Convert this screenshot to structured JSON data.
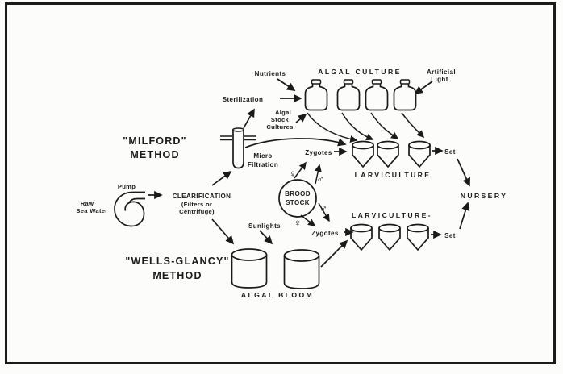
{
  "diagram": {
    "colors": {
      "ink": "#1a1a1a",
      "paper": "#fcfcfa"
    },
    "methods": {
      "milford_line1": "\"MILFORD\"",
      "milford_line2": "METHOD",
      "wells_line1": "\"WELLS-GLANCY\"",
      "wells_line2": "METHOD"
    },
    "source": {
      "pump": "Pump",
      "raw_line1": "Raw",
      "raw_line2": "Sea Water",
      "clearification_line1": "CLEARIFICATION",
      "clearification_line2": "(Filters or",
      "clearification_line3": "Centrifuge)"
    },
    "milford_path": {
      "sterilization": "Sterilization",
      "nutrients": "Nutrients",
      "algal_culture": "ALGAL CULTURE",
      "artificial_line1": "Artificial",
      "artificial_line2": "Light",
      "algal_stock_line1": "Algal",
      "algal_stock_line2": "Stock",
      "algal_stock_line3": "Cultures",
      "micro_line1": "Micro",
      "micro_line2": "Filtration"
    },
    "wells_path": {
      "sunlights": "Sunlights",
      "algal_bloom": "ALGAL BLOOM"
    },
    "spawning": {
      "brood_line1": "BROOD",
      "brood_line2": "STOCK",
      "zygotes_top": "Zygotes",
      "zygotes_bottom": "Zygotes",
      "female_symbol": "♀",
      "male_symbol": "♂"
    },
    "culture": {
      "larviculture_top": "LARVICULTURE",
      "larviculture_bottom": "LARVICULTURE-",
      "set_top": "Set",
      "set_bottom": "Set",
      "nursery": "NURSERY"
    }
  }
}
